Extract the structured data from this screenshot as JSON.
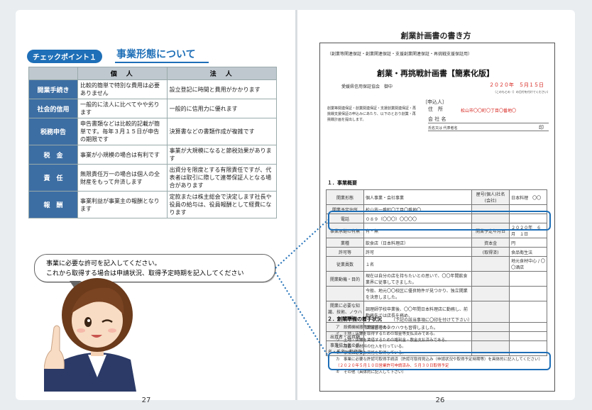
{
  "left_page": {
    "badge": "チェックポイント１",
    "title": "事業形態について",
    "table": {
      "headers": [
        "",
        "個　人",
        "法　人"
      ],
      "rows": [
        {
          "label": "開業手続き",
          "individual": "比較的簡単で特別な費用は必要ありません",
          "corporate": "設立登記に時間と費用がかかります"
        },
        {
          "label": "社会的信用",
          "individual": "一般的に法人に比べてやや劣ります",
          "corporate": "一般的に信用力に優れます"
        },
        {
          "label": "税務申告",
          "individual": "申告書類などは比較的記載が簡単です。毎年３月１５日が申告の期限です",
          "corporate": "決算書などの書類作成が複雑です"
        },
        {
          "label": "税　金",
          "individual": "事業が小規模の場合は有利です",
          "corporate": "事業が大規模になると節税効果があります"
        },
        {
          "label": "責　任",
          "individual": "無限責任万一の場合は個人の全財産をもって弁済します",
          "corporate": "出資分を限度とする有限責任ですが、代表者は取引に際して連帯保証人となる場合があります"
        },
        {
          "label": "報　酬",
          "individual": "事業利益が事業主の報酬となります",
          "corporate": "定款または株主総会で決定します社長や役員の給与は、役員報酬として経費になります"
        }
      ]
    },
    "bubble_line1": "事業に必要な許可を記入してください。",
    "bubble_line2": "これから取得する場合は申請状況、取得予定時期を記入してください",
    "page_number": "27"
  },
  "right_page": {
    "title": "創業計画書の書き方",
    "form": {
      "header_note": "（創業等関連保証・創業関連保証・支援創業関連保証・再挑戦支援保証用）",
      "title": "創業・再挑戦計画書【簡素化版】",
      "date": "２０２０年　５月１５日",
      "date_note": "（このもとの（）の日付を付けてください）",
      "addressee": "愛媛県信用保証協会　御中",
      "applicant_label": "〔申込人〕",
      "address_label": "住　所",
      "address_value": "松山市〇〇町〇丁目〇番地〇",
      "company_label": "会 社 名",
      "rep_label": "氏名又は 代表者名",
      "seal": "印",
      "intro": "創業等関連保証・創業関連保証・支援創業関連保証・再挑戦支援保証の申込みにあたり、以下のとおり創業・再挑戦計画を提出します。",
      "section1": "１．事業概要",
      "rows": [
        {
          "label": "開業形態",
          "value": "個人事業・会社事業",
          "extra_label": "屋号(個人)社名(会社)",
          "extra_value": "日本料理　〇〇"
        },
        {
          "label": "開業予定住所",
          "value": "松山市一番町〇丁目〇番地〇",
          "extra_label": "",
          "extra_value": ""
        },
        {
          "label": "電話",
          "value": "０８９（〇〇〇）〇〇〇〇",
          "extra_label": "",
          "extra_value": ""
        },
        {
          "label": "事業承継の有無",
          "value": "有・無",
          "extra_label": "開業予定年月日",
          "extra_value": "２０２０年　６月　１日"
        },
        {
          "label": "業種",
          "value": "飲食店（日本料理店）",
          "extra_label": "資本金",
          "extra_value": "円"
        },
        {
          "label": "許可等",
          "value": "許可",
          "extra_label": "(取得済)",
          "extra_value": "食品衛生法"
        },
        {
          "label": "従業員数",
          "value": "１名",
          "extra_label": "",
          "extra_value": "地元食材中心 / 〇〇酒店"
        },
        {
          "label": "開業動機・目的",
          "value": "現在は自分の店を持ちたいとの思いで、〇〇年間飲食業界に従事してきました。",
          "extra_label": "",
          "extra_value": ""
        },
        {
          "label": "",
          "value": "今般、地元〇〇校区に優良物件が見つかり、独立開業を決意しました。",
          "extra_label": "",
          "extra_value": ""
        },
        {
          "label": "開業に必要な知識、技術、ノウハウの習得",
          "value": "調理師学校卒業後、〇〇年間日本料理店に勤務し、前勤務先では店長を務め、",
          "extra_label": "",
          "extra_value": ""
        },
        {
          "label": "",
          "value": "店舗管理のノウハウも習得しました。",
          "extra_label": "",
          "extra_value": ""
        },
        {
          "label": "出資者・出資額",
          "value": "",
          "extra_label": "",
          "extra_value": ""
        },
        {
          "label": "事業協力者の氏名・氏名・勤務先",
          "value": "",
          "extra_label": "",
          "extra_value": ""
        }
      ],
      "section2": "２．創業準備の着手状況",
      "section2_note": "（下記の該当事項に〇印を付けて下さい）",
      "checklist": [
        "ア　設備機械器等発注済である。",
        "イ　土地・店舗を取得するための頭金等支払済みである。",
        "ウ　土地・店舗を賃借するための権利金・敷金支払済みである。",
        "エ　商品・原材料の仕入を行っている。",
        "オ　事業に必要な資格を取得している。",
        "カ　事業に必要な許認可取得手続済（許認可取得見込み（申請状況や取得予定時期等）を具体的に記入してください）",
        "（２０２０年５月１０日営業許可申請済み、５月３０日取得予定",
        "キ　その他（具体的に記入して下さい）"
      ]
    },
    "page_number": "26"
  }
}
